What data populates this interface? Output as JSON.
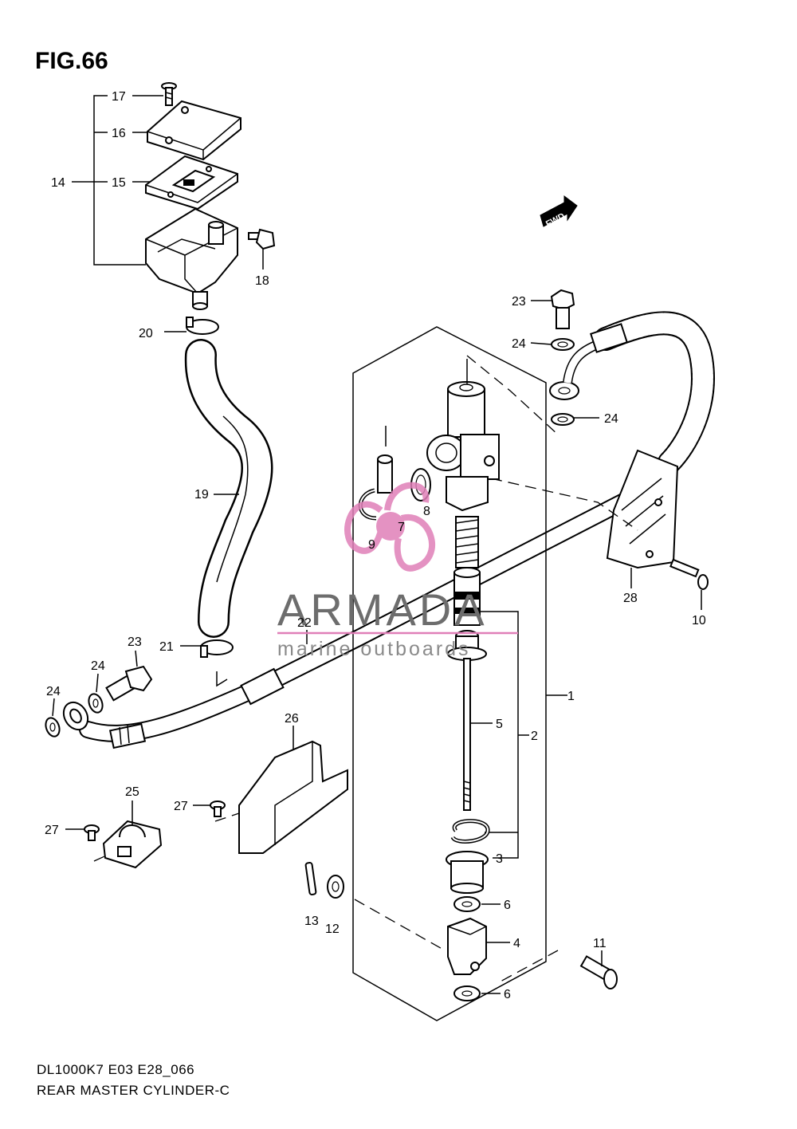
{
  "figure": {
    "title": "FIG.66",
    "footer_line1": "DL1000K7 E03 E28_066",
    "footer_line2": "REAR MASTER CYLINDER-C"
  },
  "watermark": {
    "brand": "ARMADA",
    "tagline": "marine outboards",
    "accent_color": "#e07fb8"
  },
  "arrow": {
    "text": "FWD"
  },
  "callouts": {
    "c1": "1",
    "c2": "2",
    "c3": "3",
    "c4": "4",
    "c5": "5",
    "c6a": "6",
    "c6b": "6",
    "c7": "7",
    "c8": "8",
    "c9": "9",
    "c10": "10",
    "c11": "11",
    "c12": "12",
    "c13": "13",
    "c14": "14",
    "c15": "15",
    "c16": "16",
    "c17": "17",
    "c18": "18",
    "c19": "19",
    "c20": "20",
    "c21": "21",
    "c22": "22",
    "c23a": "23",
    "c23b": "23",
    "c24a": "24",
    "c24b": "24",
    "c24c": "24",
    "c24d": "24",
    "c25": "25",
    "c26": "26",
    "c27a": "27",
    "c27b": "27",
    "c28": "28"
  }
}
